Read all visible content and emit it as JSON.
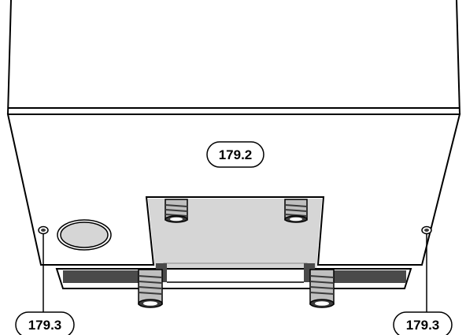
{
  "callouts": {
    "top_center": "179.2",
    "bottom_left": "179.3",
    "bottom_right": "179.3"
  },
  "colors": {
    "line": "#000000",
    "casing": "#ffffff",
    "plate": "#d6d6d6",
    "recess": "#4a4a4a",
    "thread_light": "#bfbfbf",
    "thread_dark": "#3a3a3a"
  }
}
